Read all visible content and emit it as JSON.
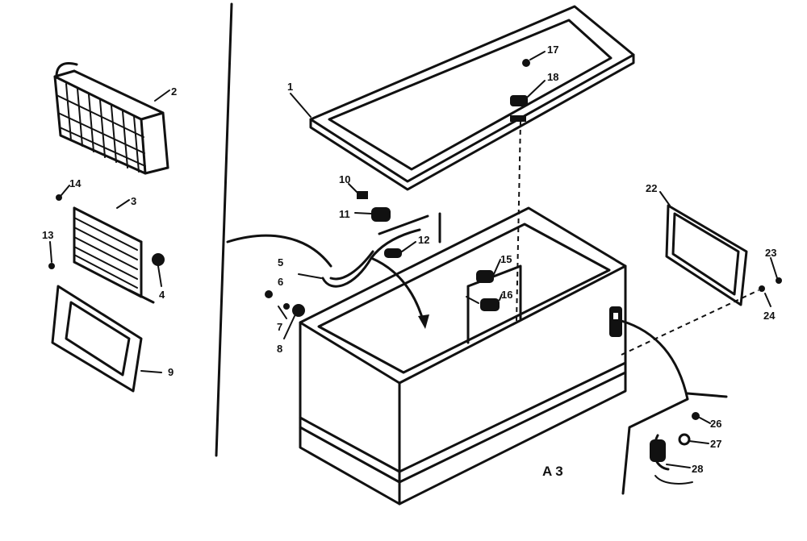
{
  "diagram": {
    "caption": "A3",
    "parts": [
      {
        "id": "p1",
        "label": "1"
      },
      {
        "id": "p2",
        "label": "2"
      },
      {
        "id": "p3",
        "label": "3"
      },
      {
        "id": "p4",
        "label": "4"
      },
      {
        "id": "p5",
        "label": "5"
      },
      {
        "id": "p6",
        "label": "6"
      },
      {
        "id": "p7",
        "label": "7"
      },
      {
        "id": "p8",
        "label": "8"
      },
      {
        "id": "p9",
        "label": "9"
      },
      {
        "id": "p10",
        "label": "10"
      },
      {
        "id": "p11",
        "label": "11"
      },
      {
        "id": "p12",
        "label": "12"
      },
      {
        "id": "p13",
        "label": "13"
      },
      {
        "id": "p14",
        "label": "14"
      },
      {
        "id": "p15",
        "label": "15"
      },
      {
        "id": "p16",
        "label": "16"
      },
      {
        "id": "p17",
        "label": "17"
      },
      {
        "id": "p18",
        "label": "18"
      },
      {
        "id": "p22",
        "label": "22"
      },
      {
        "id": "p23",
        "label": "23"
      },
      {
        "id": "p24",
        "label": "24"
      },
      {
        "id": "p26",
        "label": "26"
      },
      {
        "id": "p27",
        "label": "27"
      },
      {
        "id": "p28",
        "label": "28"
      }
    ]
  }
}
